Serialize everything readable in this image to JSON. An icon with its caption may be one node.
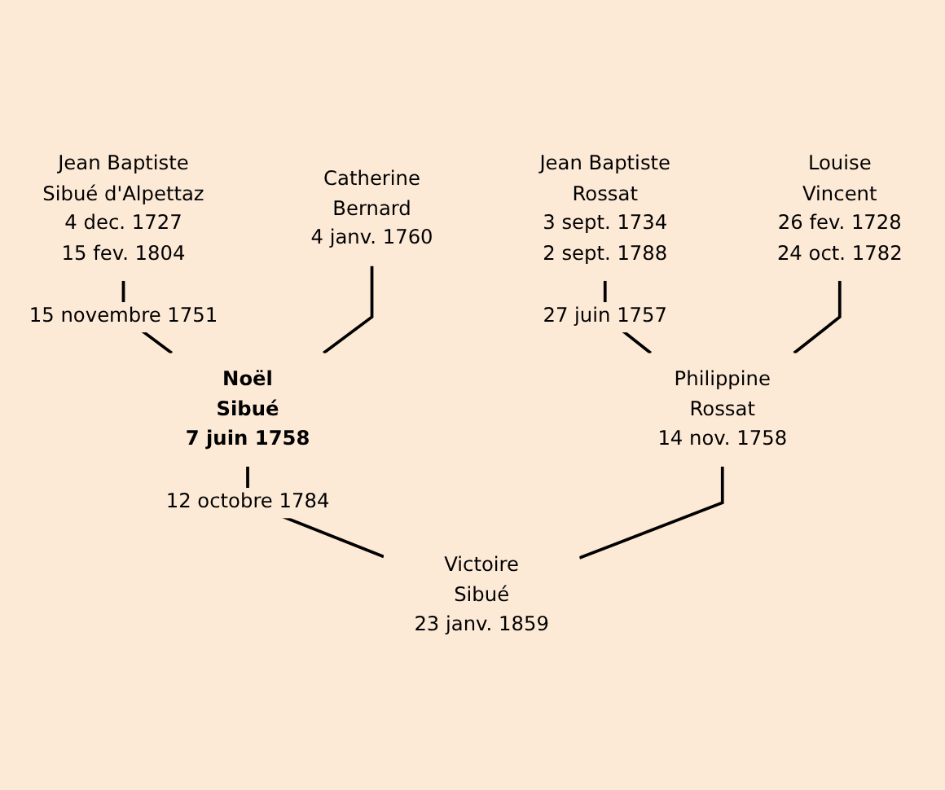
{
  "diagram": {
    "nodes": [
      {
        "text": [
          "Jean Baptiste Sibué d'Alpettaz",
          "4 dec. 1727",
          "15 fev. 1804"
        ]
      },
      {
        "text": [
          "Catherine Bernard",
          "4 janv. 1760"
        ]
      },
      {
        "text": [
          "Jean Baptiste Rossat",
          "3 sept. 1734",
          "2 sept. 1788"
        ]
      },
      {
        "text": [
          "Louise Vincent",
          "26 fev. 1728",
          "24 oct. 1782"
        ]
      },
      {
        "text": [
          "Noël Sibué",
          "7 juin 1758"
        ]
      },
      {
        "text": [
          "Philippine Rossat",
          "14 nov. 1758"
        ]
      },
      {
        "text": [
          "Victoire Sibué",
          "23 janv. 1859"
        ]
      }
    ],
    "edges": [
      {
        "from": 0,
        "to": 4,
        "arrow": "none",
        "label": "15 novembre 1751"
      },
      {
        "from": 1,
        "to": 4,
        "arrow": "none"
      },
      {
        "from": 2,
        "to": 5,
        "arrow": "none",
        "label": "27 juin 1757"
      },
      {
        "from": 3,
        "to": 5,
        "arrow": "none"
      },
      {
        "from": 4,
        "to": 6,
        "arrow": "none",
        "label": "12 octobre 1784"
      },
      {
        "from": 5,
        "to": 6,
        "arrow": "none"
      }
    ]
  }
}
